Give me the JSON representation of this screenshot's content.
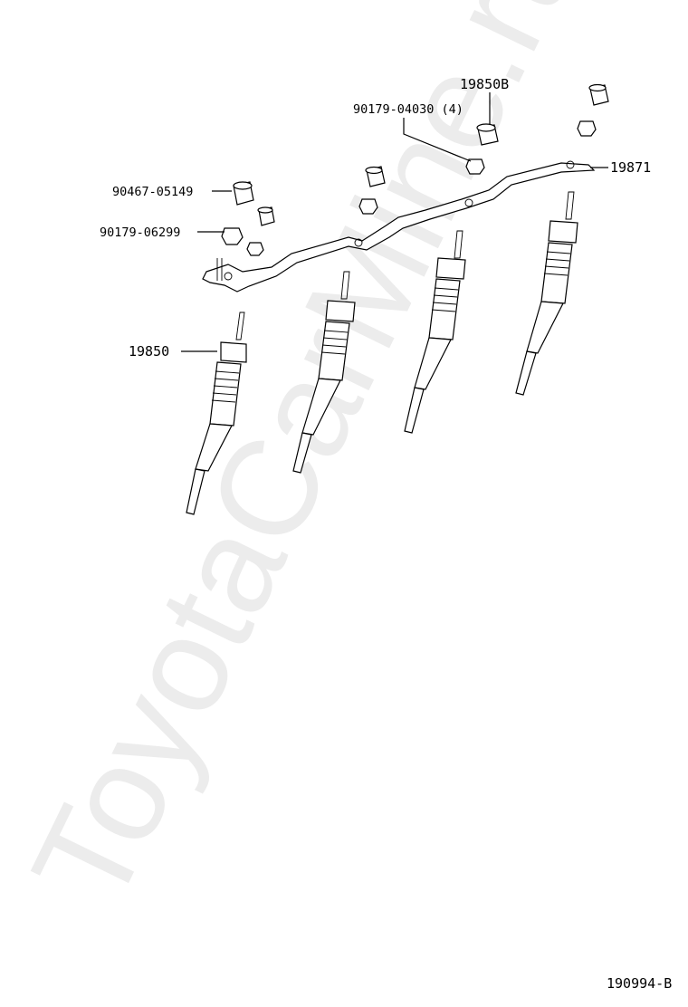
{
  "watermark": "ToyotaCarMine.ru",
  "diagram_code": "190994-B",
  "labels": {
    "glow_plug": "19850",
    "glow_plug_b": "19850B",
    "connector": "19871",
    "nut_90179_04030": "90179-04030 (4)",
    "nut_90467_05149": "90467-05149",
    "nut_90179_06299": "90179-06299"
  }
}
